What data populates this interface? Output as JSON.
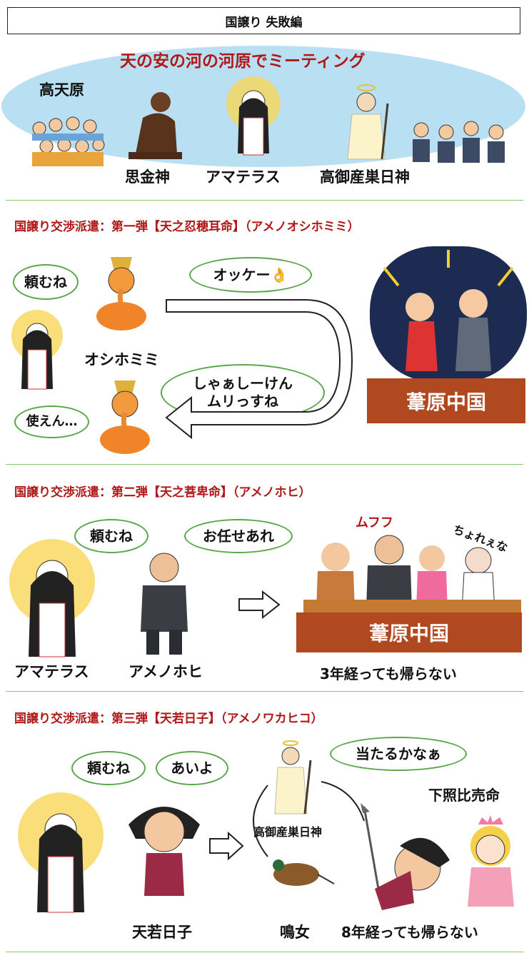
{
  "page_title": "国譲り 失敗編",
  "meeting": {
    "title": "天の安の河の河原でミーティング",
    "place": "高天原",
    "names": [
      "思金神",
      "アマテラス",
      "高御産巣日神"
    ]
  },
  "section1": {
    "title": "国譲り交渉派遣：第一弾【天之忍穂耳命】（アメノオシホミミ）",
    "bubble_request": "頼むね",
    "bubble_ok": "オッケー👌",
    "bubble_refuse_line1": "しゃぁしーけん",
    "bubble_refuse_line2": "ムリっすね",
    "bubble_useless": "使えん…",
    "name": "オシホミミ",
    "stage": "葦原中国"
  },
  "section2": {
    "title": "国譲り交渉派遣：第二弾【天之菩卑命】（アメノホヒ）",
    "bubble_request": "頼むね",
    "bubble_ok": "お任せあれ",
    "laugh": "ムフフ",
    "side_comment": "ちょれぇな",
    "stage": "葦原中国",
    "name_left": "アマテラス",
    "name_right": "アメノホヒ",
    "caption": "3年経っても帰らない"
  },
  "section3": {
    "title": "国譲り交渉派遣：第三弾【天若日子】（アメノワカヒコ）",
    "bubble_request": "頼むね",
    "bubble_ok": "あいよ",
    "bubble_god": "当たるかなぁ",
    "god_label": "高御産巣日神",
    "wife_label": "下照比売命",
    "name_hero": "天若日子",
    "name_bird": "鳴女",
    "caption": "8年経っても帰らない"
  },
  "colors": {
    "accent_red": "#b01818",
    "bubble_border": "#5aa64a",
    "stage": "#b0491f",
    "divider": "#8cc46a",
    "sky": "#b9dff3"
  }
}
